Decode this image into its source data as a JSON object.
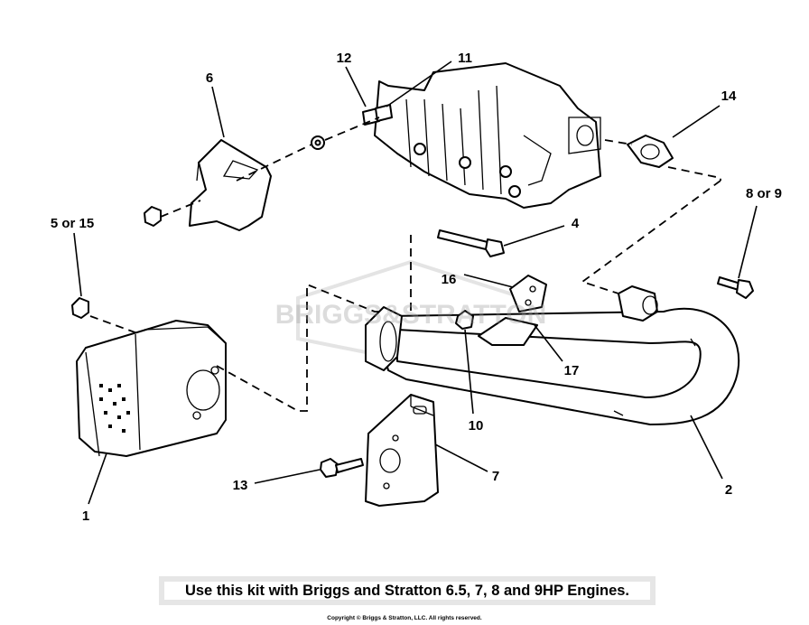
{
  "diagram": {
    "watermark": "BRIGGS&STRATTON",
    "callouts": [
      {
        "id": "1",
        "label": "1"
      },
      {
        "id": "2",
        "label": "2"
      },
      {
        "id": "4",
        "label": "4"
      },
      {
        "id": "5-15",
        "label": "5 or 15"
      },
      {
        "id": "6",
        "label": "6"
      },
      {
        "id": "7",
        "label": "7"
      },
      {
        "id": "8-9",
        "label": "8 or 9"
      },
      {
        "id": "10",
        "label": "10"
      },
      {
        "id": "11",
        "label": "11"
      },
      {
        "id": "12",
        "label": "12"
      },
      {
        "id": "13",
        "label": "13"
      },
      {
        "id": "14",
        "label": "14"
      },
      {
        "id": "16",
        "label": "16"
      },
      {
        "id": "17",
        "label": "17"
      }
    ]
  },
  "footer": {
    "note": "Use this kit with Briggs and Stratton 6.5, 7, 8 and 9HP Engines.",
    "copyright": "Copyright © Briggs & Stratton, LLC. All rights reserved."
  }
}
